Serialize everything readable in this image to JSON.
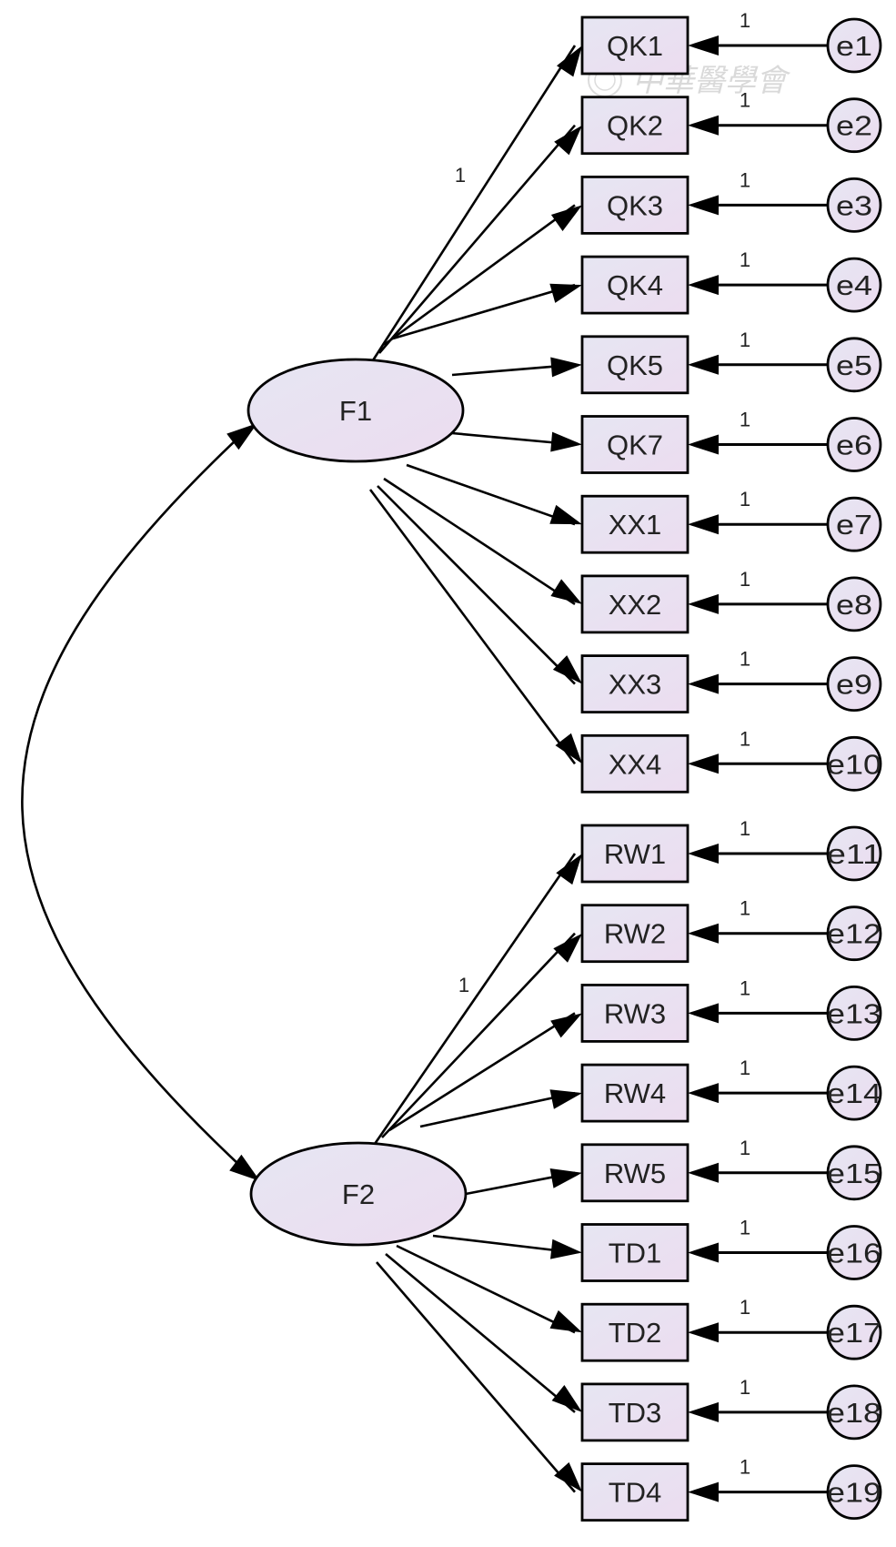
{
  "factors": [
    {
      "label": "F1",
      "first_loading_label": "1",
      "indicators": [
        {
          "label": "QK1",
          "error": "e1",
          "error_path": "1"
        },
        {
          "label": "QK2",
          "error": "e2",
          "error_path": "1"
        },
        {
          "label": "QK3",
          "error": "e3",
          "error_path": "1"
        },
        {
          "label": "QK4",
          "error": "e4",
          "error_path": "1"
        },
        {
          "label": "QK5",
          "error": "e5",
          "error_path": "1"
        },
        {
          "label": "QK7",
          "error": "e6",
          "error_path": "1"
        },
        {
          "label": "XX1",
          "error": "e7",
          "error_path": "1"
        },
        {
          "label": "XX2",
          "error": "e8",
          "error_path": "1"
        },
        {
          "label": "XX3",
          "error": "e9",
          "error_path": "1"
        },
        {
          "label": "XX4",
          "error": "e10",
          "error_path": "1"
        }
      ]
    },
    {
      "label": "F2",
      "first_loading_label": "1",
      "indicators": [
        {
          "label": "RW1",
          "error": "e11",
          "error_path": "1"
        },
        {
          "label": "RW2",
          "error": "e12",
          "error_path": "1"
        },
        {
          "label": "RW3",
          "error": "e13",
          "error_path": "1"
        },
        {
          "label": "RW4",
          "error": "e14",
          "error_path": "1"
        },
        {
          "label": "RW5",
          "error": "e15",
          "error_path": "1"
        },
        {
          "label": "TD1",
          "error": "e16",
          "error_path": "1"
        },
        {
          "label": "TD2",
          "error": "e17",
          "error_path": "1"
        },
        {
          "label": "TD3",
          "error": "e18",
          "error_path": "1"
        },
        {
          "label": "TD4",
          "error": "e19",
          "error_path": "1"
        }
      ]
    }
  ],
  "watermark": "中華醫學會",
  "colors": {
    "stroke": "#000000",
    "fill_start": "#e6e6f2",
    "fill_end": "#ecdcf0"
  }
}
